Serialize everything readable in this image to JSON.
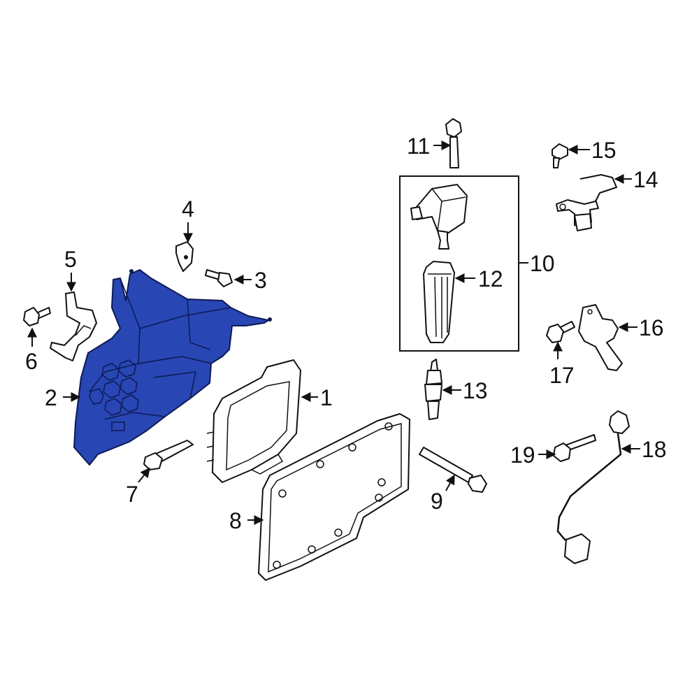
{
  "diagram": {
    "highlight_color": "#2846B4",
    "callouts": [
      {
        "id": "c1",
        "label": "1"
      },
      {
        "id": "c2",
        "label": "2"
      },
      {
        "id": "c3",
        "label": "3"
      },
      {
        "id": "c4",
        "label": "4"
      },
      {
        "id": "c5",
        "label": "5"
      },
      {
        "id": "c6",
        "label": "6"
      },
      {
        "id": "c7",
        "label": "7"
      },
      {
        "id": "c8",
        "label": "8"
      },
      {
        "id": "c9",
        "label": "9"
      },
      {
        "id": "c10",
        "label": "10"
      },
      {
        "id": "c11",
        "label": "11"
      },
      {
        "id": "c12",
        "label": "12"
      },
      {
        "id": "c13",
        "label": "13"
      },
      {
        "id": "c14",
        "label": "14"
      },
      {
        "id": "c15",
        "label": "15"
      },
      {
        "id": "c16",
        "label": "16"
      },
      {
        "id": "c17",
        "label": "17"
      },
      {
        "id": "c18",
        "label": "18"
      },
      {
        "id": "c19",
        "label": "19"
      }
    ]
  }
}
